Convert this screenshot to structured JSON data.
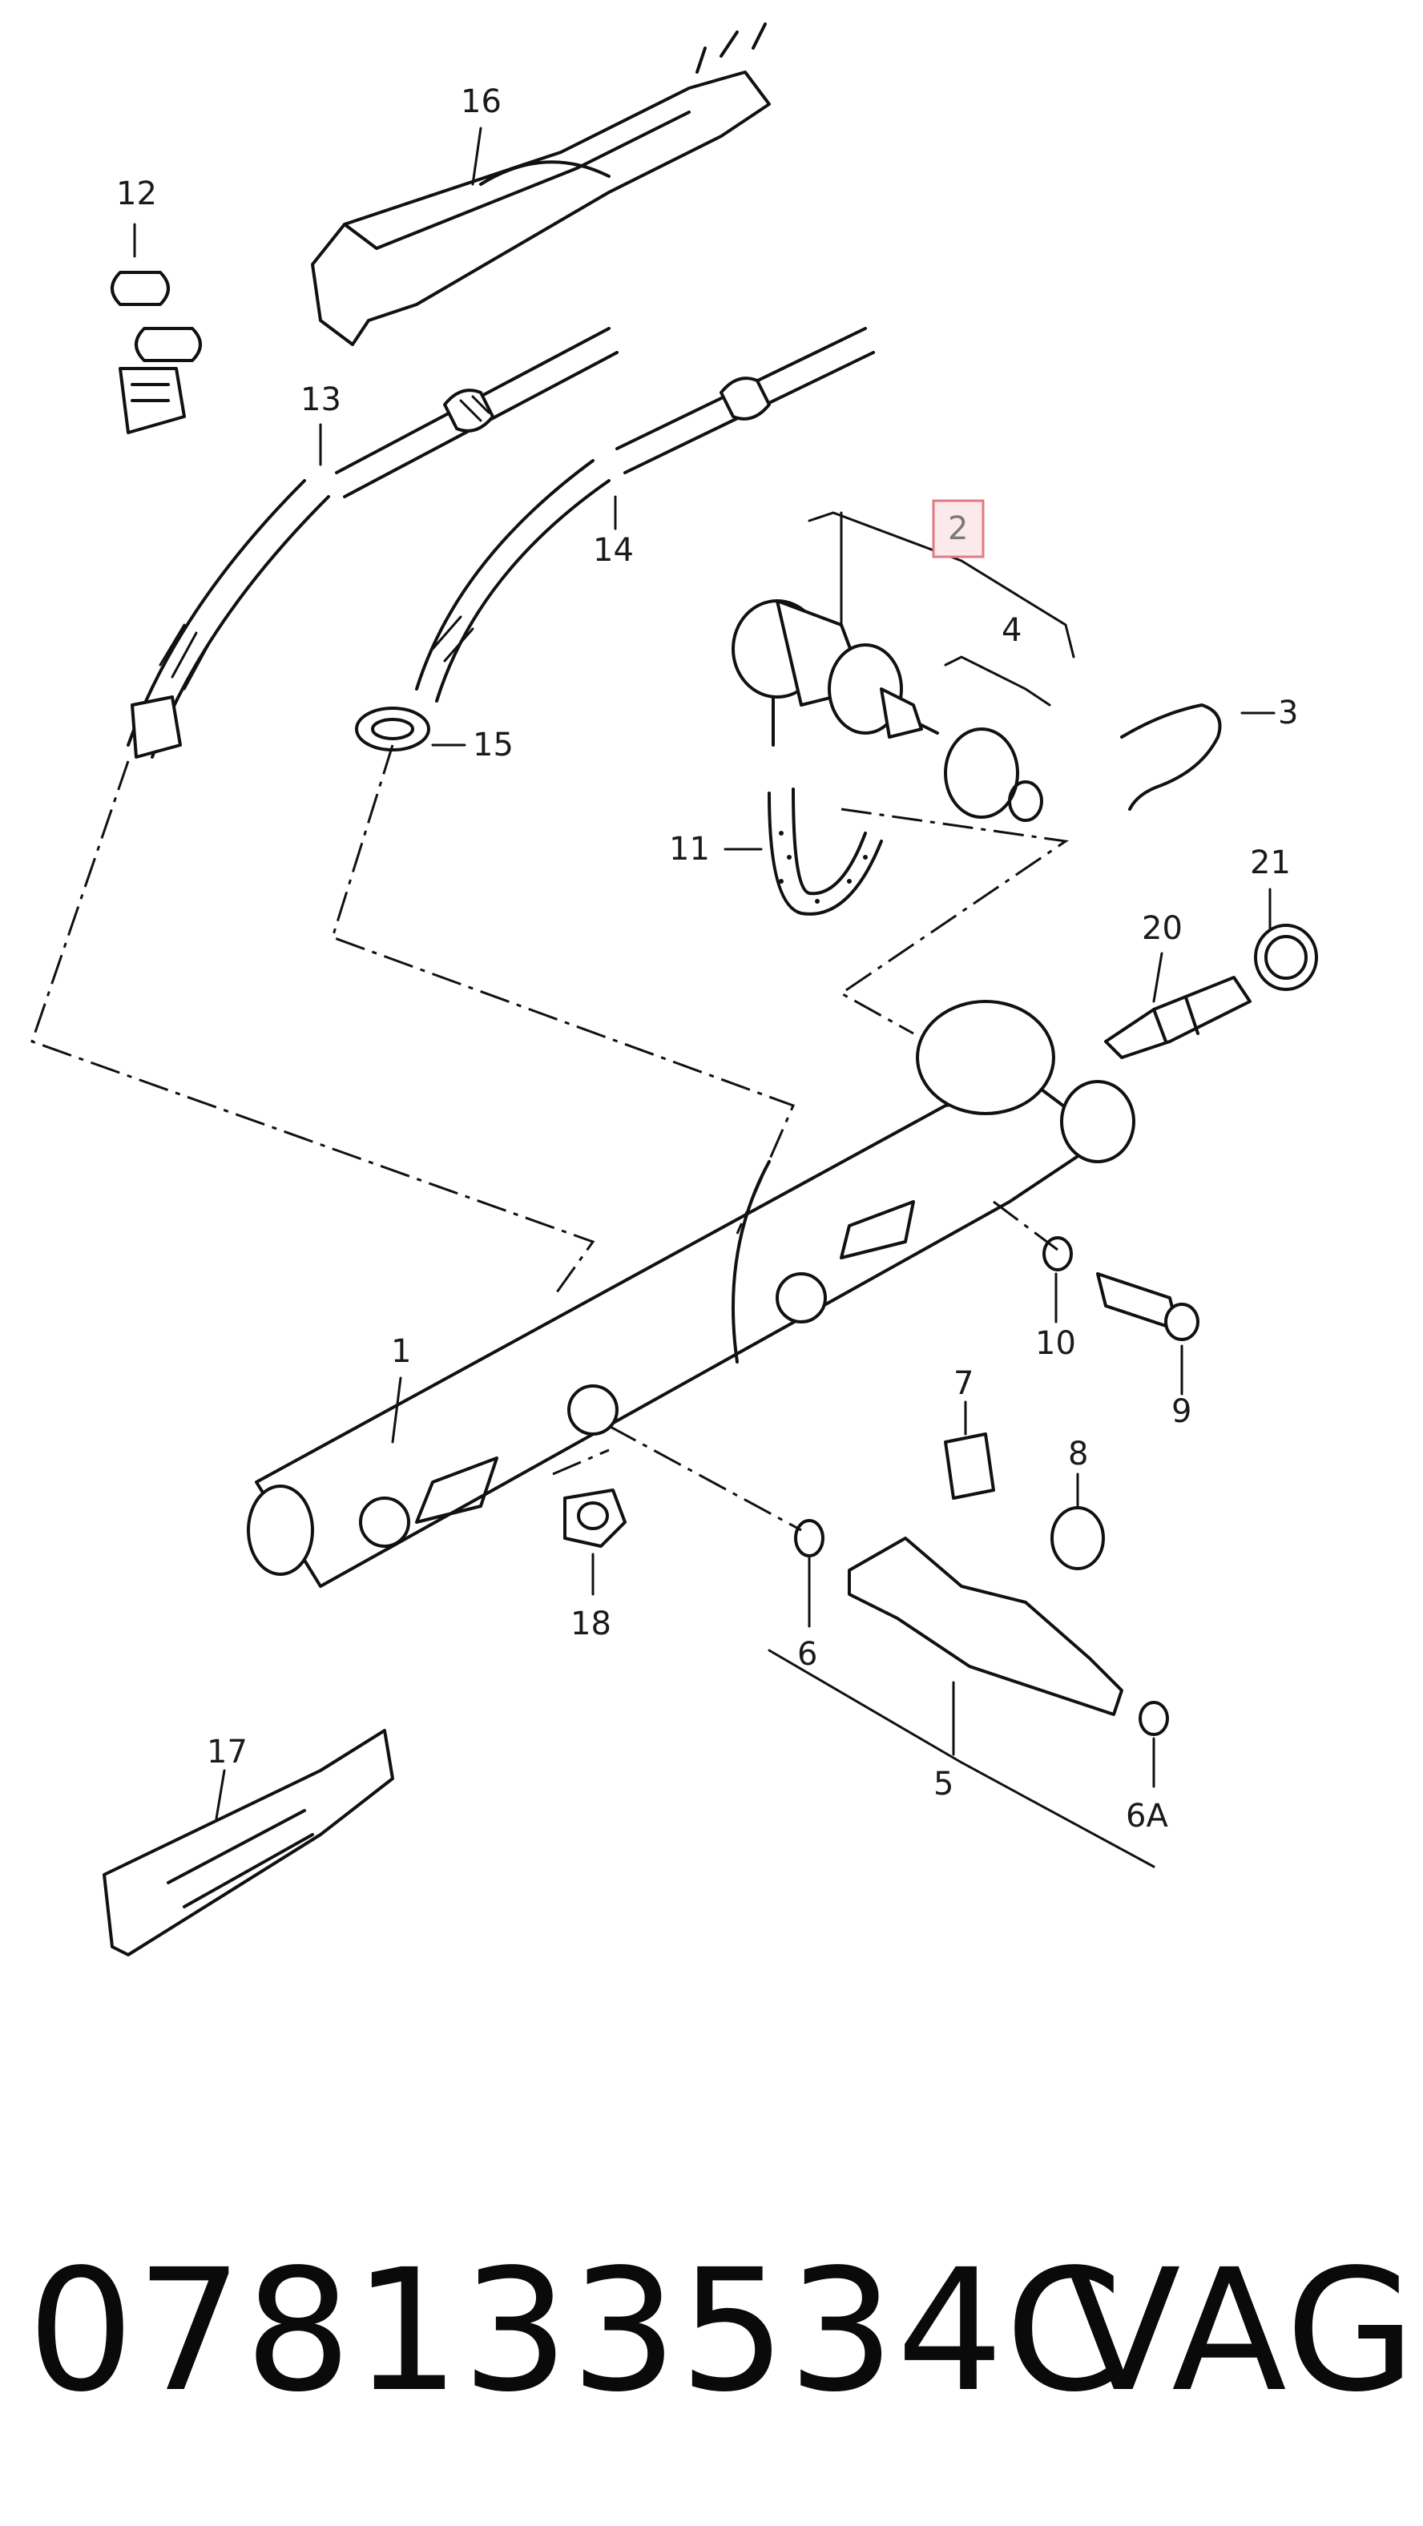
{
  "callouts": {
    "c1": "1",
    "c2": "2",
    "c3": "3",
    "c4": "4",
    "c5": "5",
    "c6": "6",
    "c6a": "6A",
    "c7": "7",
    "c8": "8",
    "c9": "9",
    "c10": "10",
    "c11": "11",
    "c12": "12",
    "c13": "13",
    "c14": "14",
    "c15": "15",
    "c16": "16",
    "c17": "17",
    "c18": "18",
    "c20": "20",
    "c21": "21"
  },
  "highlight": {
    "callout": "2",
    "color": "#e07a85"
  },
  "caption": {
    "part_number": "078133534C",
    "brand": "VAG"
  }
}
